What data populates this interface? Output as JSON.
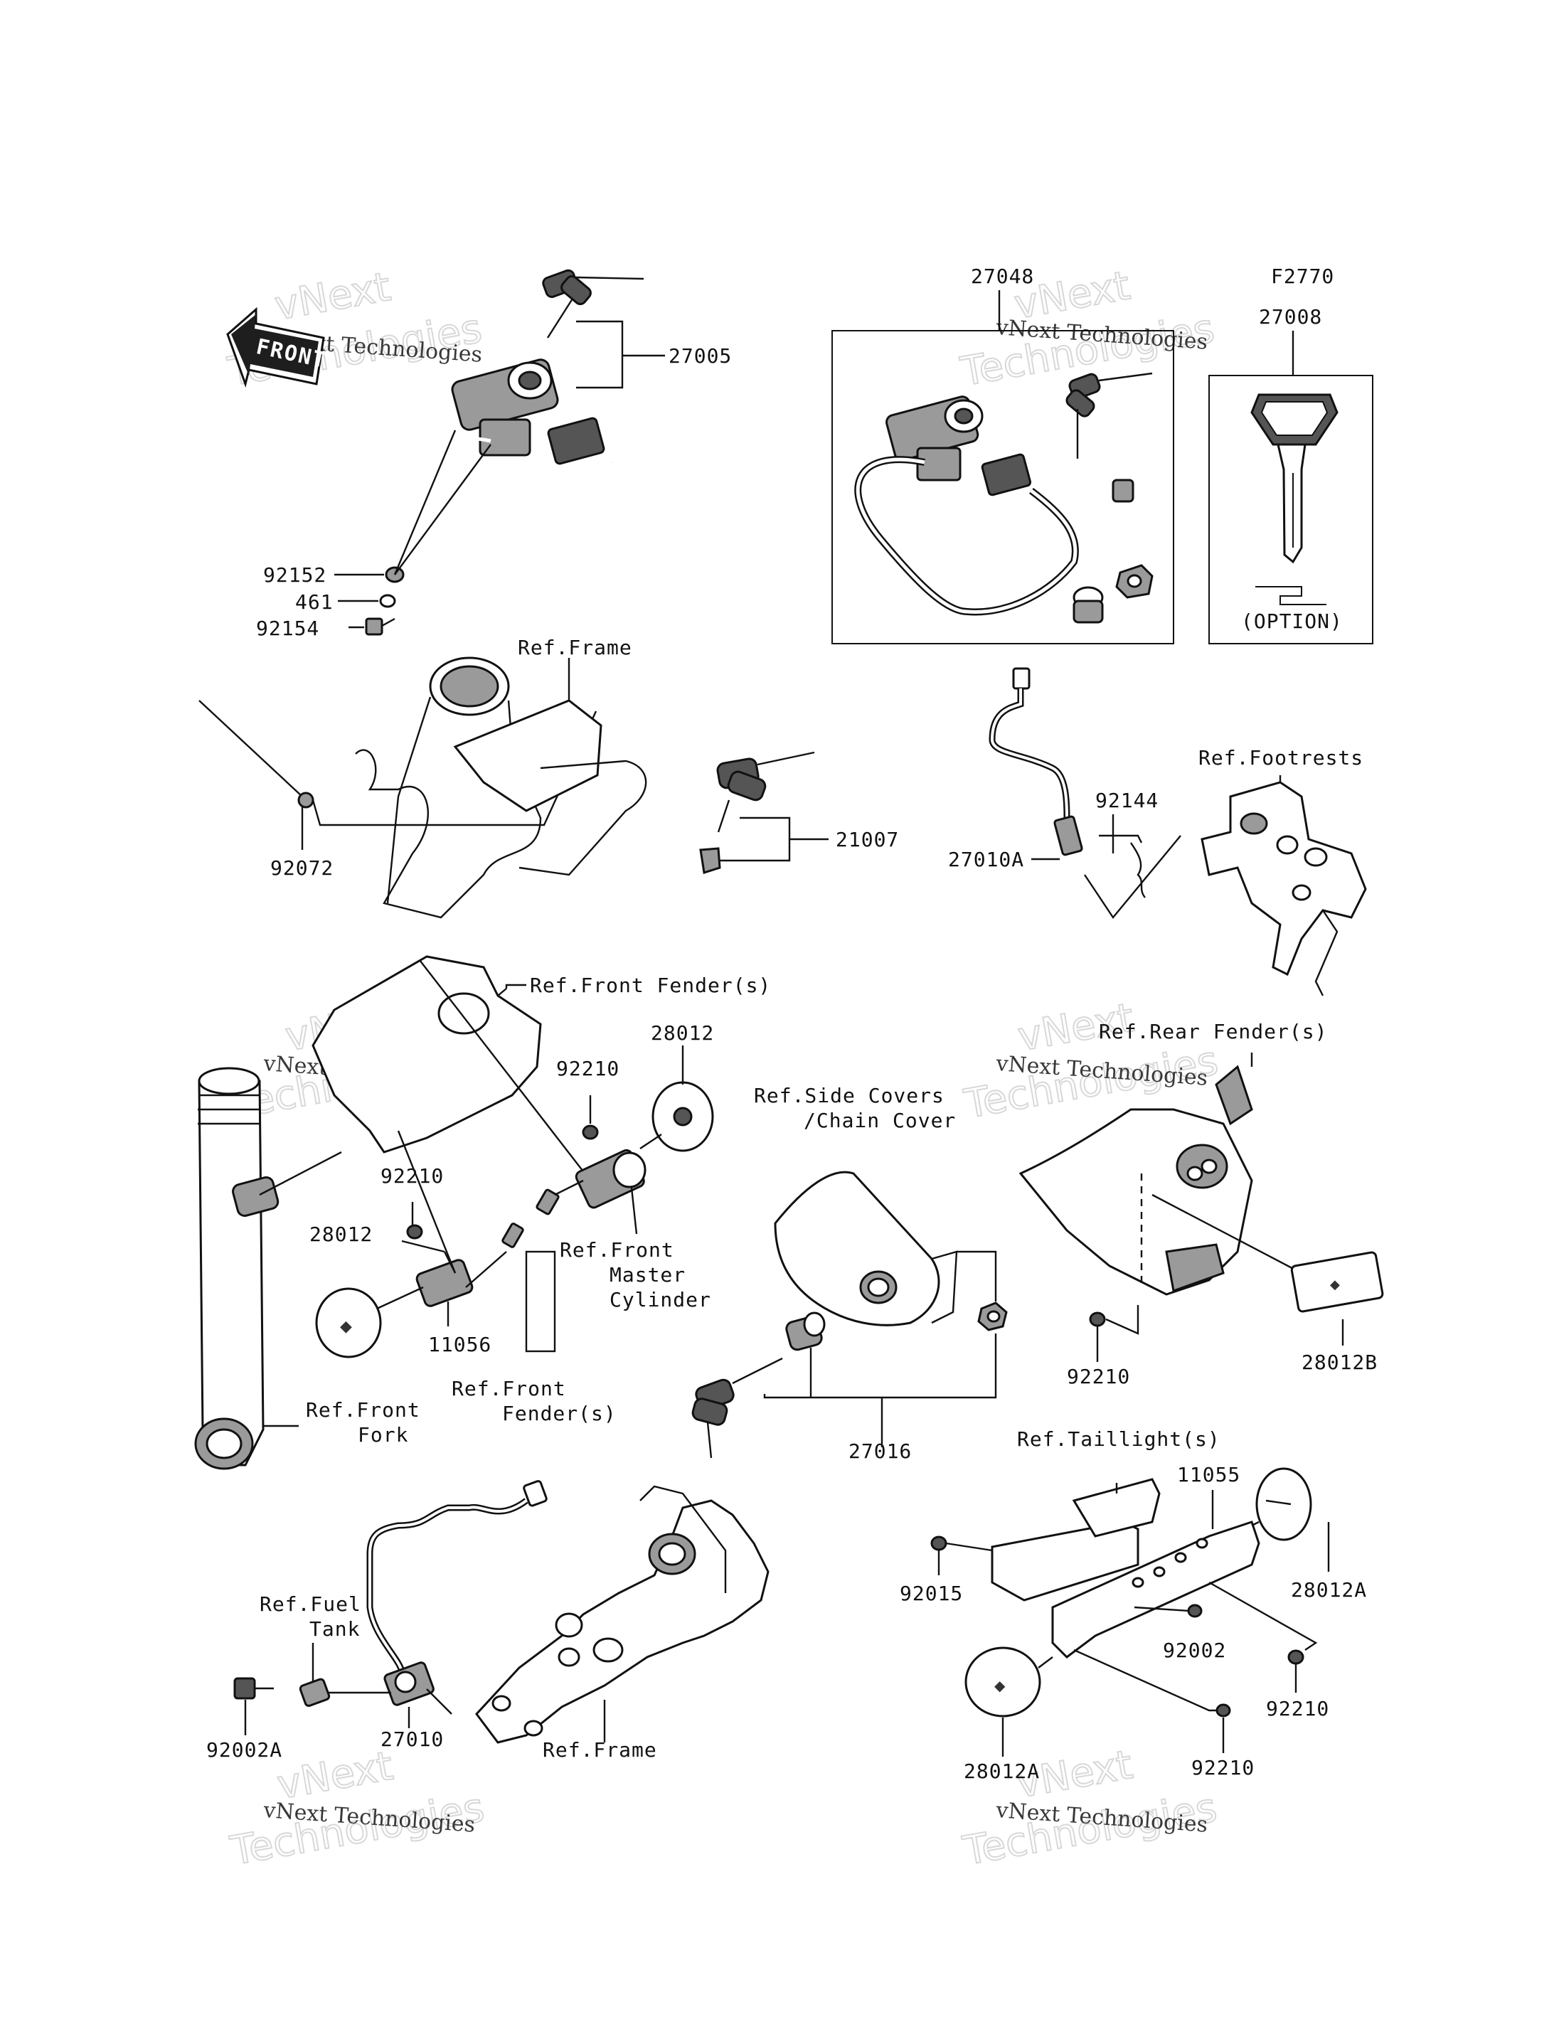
{
  "diagram": {
    "front_arrow_text": "FRONT",
    "watermark": {
      "script_text": "vNext Technologies",
      "big_line1": "vNext",
      "big_line2": "Technologies"
    },
    "box_header_left": "27048",
    "box_header_right_code": "F2770",
    "box_header_right_part": "27008",
    "option_text": "(OPTION)",
    "labels": {
      "p27005": "27005",
      "p92152": "92152",
      "p461": "461",
      "p92154": "92154",
      "p92072": "92072",
      "p21007": "21007",
      "p92144": "92144",
      "p27010A": "27010A",
      "p28012_top": "28012",
      "p92210_a": "92210",
      "p92210_b": "92210",
      "p28012_left": "28012",
      "p11056": "11056",
      "p27016": "27016",
      "p92210_c": "92210",
      "p28012B": "28012B",
      "p11055": "11055",
      "p92015": "92015",
      "p28012A_r": "28012A",
      "p92002": "92002",
      "p92210_d": "92210",
      "p92210_e": "92210",
      "p28012A_b": "28012A",
      "p92002A": "92002A",
      "p27010": "27010"
    },
    "refs": {
      "ref_frame_top": "Ref.Frame",
      "ref_footrests": "Ref.Footrests",
      "ref_front_fenders_top": "Ref.Front Fender(s)",
      "ref_front_master_1": "Ref.Front",
      "ref_front_master_2": "Master",
      "ref_front_master_3": "Cylinder",
      "ref_front_fenders_2a": "Ref.Front",
      "ref_front_fenders_2b": "Fender(s)",
      "ref_front_fork_1": "Ref.Front",
      "ref_front_fork_2": "Fork",
      "ref_side_covers_1": "Ref.Side Covers",
      "ref_side_covers_2": "/Chain Cover",
      "ref_rear_fender": "Ref.Rear Fender(s)",
      "ref_taillight": "Ref.Taillight(s)",
      "ref_fuel_tank_1": "Ref.Fuel",
      "ref_fuel_tank_2": "Tank",
      "ref_frame_bottom": "Ref.Frame"
    }
  }
}
